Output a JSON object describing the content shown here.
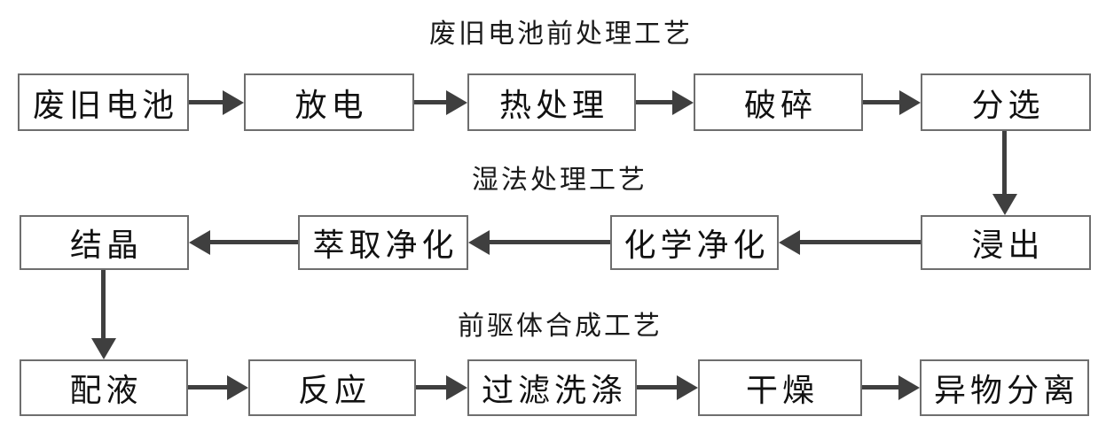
{
  "diagram": {
    "stage_titles": [
      "废旧电池前处理工艺",
      "湿法处理工艺",
      "前驱体合成工艺"
    ],
    "rows": [
      {
        "direction": "left-to-right",
        "nodes": [
          "废旧电池",
          "放电",
          "热处理",
          "破碎",
          "分选"
        ]
      },
      {
        "direction": "right-to-left",
        "nodes": [
          "结晶",
          "萃取净化",
          "化学净化",
          "浸出"
        ]
      },
      {
        "direction": "left-to-right",
        "nodes": [
          "配液",
          "反应",
          "过滤洗涤",
          "干燥",
          "异物分离"
        ]
      }
    ],
    "flow_sequence": [
      "废旧电池",
      "放电",
      "热处理",
      "破碎",
      "分选",
      "浸出",
      "化学净化",
      "萃取净化",
      "结晶",
      "配液",
      "反应",
      "过滤洗涤",
      "干燥",
      "异物分离"
    ],
    "colors": {
      "background": "#ffffff",
      "box_border": "#6e6e6e",
      "arrow": "#3f3f3f",
      "text": "#111111"
    }
  }
}
